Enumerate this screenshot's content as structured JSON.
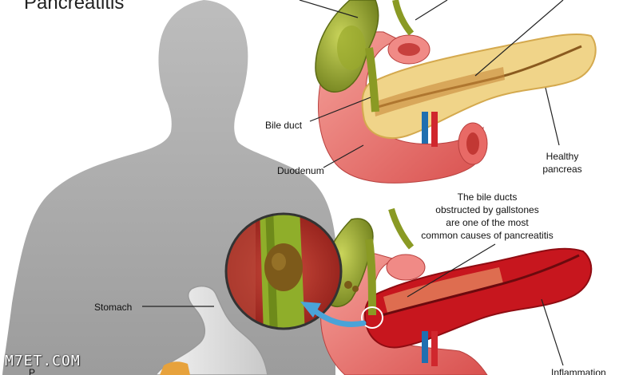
{
  "diagram": {
    "title": "Pancreatitis",
    "labels": {
      "bile_duct": "Bile duct",
      "duodenum": "Duodenum",
      "healthy_pancreas_line1": "Healthy",
      "healthy_pancreas_line2": "pancreas",
      "caption_line1": "The bile ducts",
      "caption_line2": "obstructed by gallstones",
      "caption_line3": "are one of the most",
      "caption_line4": "common causes of pancreatitis",
      "stomach": "Stomach",
      "inflammation": "Inflammation",
      "partial_p": "P"
    },
    "watermark": "M7ET.COM",
    "colors": {
      "silhouette": "#a9a9a9",
      "gallbladder": "#a9b83a",
      "pancreas": "#f0d489",
      "duct": "#8a5a1f",
      "duodenum": "#e8706e",
      "inflamed": "#c7161e",
      "arrow": "#4aa3d8"
    }
  }
}
